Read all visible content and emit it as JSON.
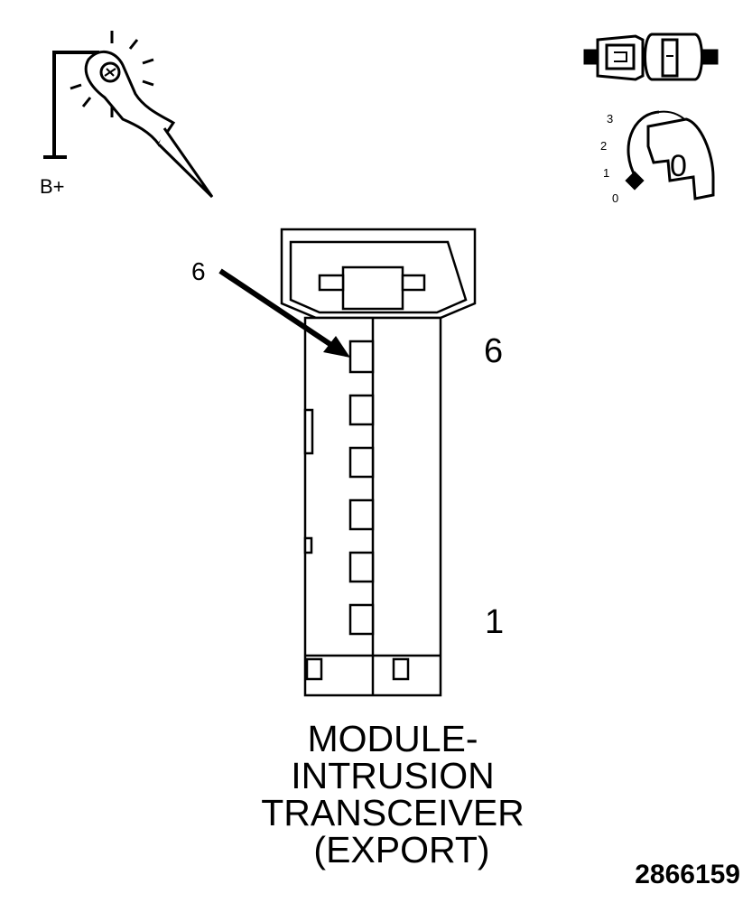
{
  "probe": {
    "supply_label": "B+"
  },
  "ignition": {
    "positions": [
      "3",
      "2",
      "1",
      "0"
    ],
    "key_label": "0"
  },
  "connector": {
    "callout_label": "6",
    "pin_top_label": "6",
    "pin_bottom_label": "1",
    "title_lines": [
      "MODULE-",
      "INTRUSION",
      "TRANSCEIVER",
      "(EXPORT)"
    ]
  },
  "figure_number": "2866159"
}
